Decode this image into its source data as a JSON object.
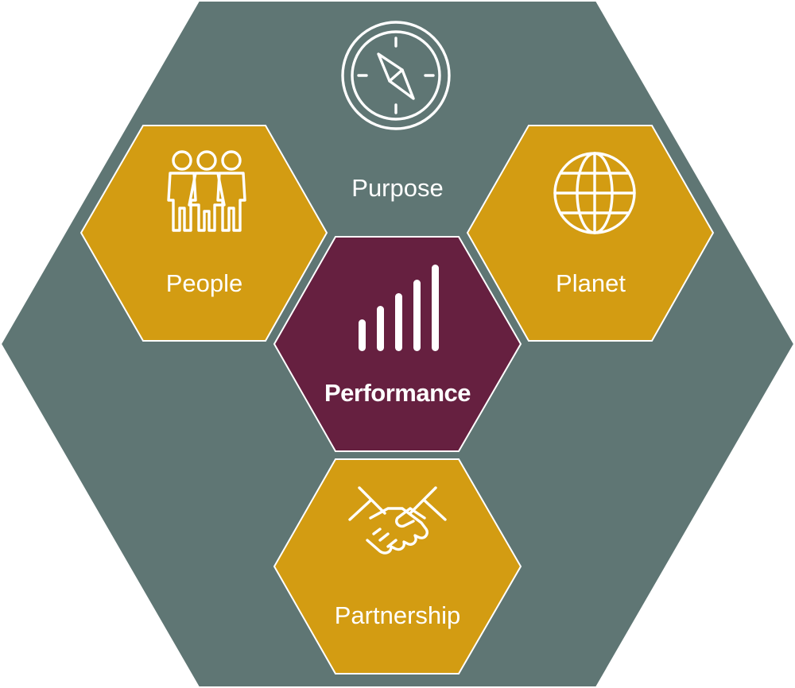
{
  "diagram": {
    "outer": {
      "label": "Purpose",
      "icon": "compass-icon",
      "color": "#5f7674"
    },
    "center": {
      "label": "Performance",
      "icon": "bar-chart-icon",
      "color": "#662040"
    },
    "left": {
      "label": "People",
      "icon": "people-icon",
      "color": "#d39c12"
    },
    "right": {
      "label": "Planet",
      "icon": "globe-icon",
      "color": "#d39c12"
    },
    "bottom": {
      "label": "Partnership",
      "icon": "handshake-icon",
      "color": "#d39c12"
    },
    "border_color": "#ffffff",
    "text_color": "#ffffff"
  }
}
